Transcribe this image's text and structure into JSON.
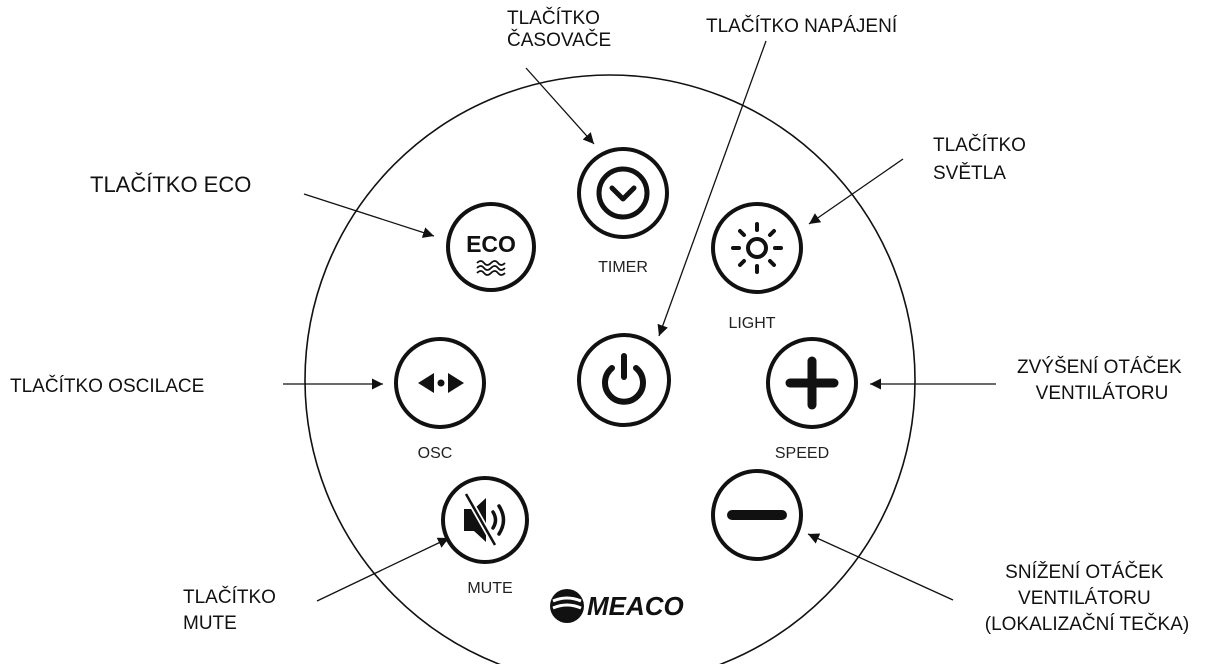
{
  "panel": {
    "buttons": {
      "timer": {
        "label": "TIMER",
        "icon": "clock-icon"
      },
      "eco": {
        "label": "ECO",
        "icon": "eco-waves-icon"
      },
      "light": {
        "label": "LIGHT",
        "icon": "sun-icon"
      },
      "osc": {
        "label": "OSC",
        "icon": "oscillation-arrows-icon"
      },
      "power": {
        "label": "",
        "icon": "power-icon"
      },
      "speed_up": {
        "label": "SPEED",
        "icon": "plus-icon"
      },
      "mute": {
        "label": "MUTE",
        "icon": "muted-speaker-icon"
      },
      "speed_down": {
        "label": "",
        "icon": "minus-icon"
      }
    },
    "brand": "MEACO"
  },
  "callouts": {
    "timer": [
      "TLAČÍTKO",
      "ČASOVAČE"
    ],
    "power": [
      "TLAČÍTKO NAPÁJENÍ"
    ],
    "eco": [
      "TLAČÍTKO ECO"
    ],
    "light": [
      "TLAČÍTKO",
      "SVĚTLA"
    ],
    "osc": [
      "TLAČÍTKO OSCILACE"
    ],
    "speed_up": [
      "ZVÝŠENÍ OTÁČEK",
      "VENTILÁTORU"
    ],
    "mute": [
      "TLAČÍTKO",
      "MUTE"
    ],
    "speed_down": [
      "SNÍŽENÍ OTÁČEK",
      "VENTILÁTORU",
      "(LOKALIZAČNÍ TEČKA)"
    ]
  },
  "colors": {
    "ink": "#111111",
    "background": "#ffffff"
  }
}
